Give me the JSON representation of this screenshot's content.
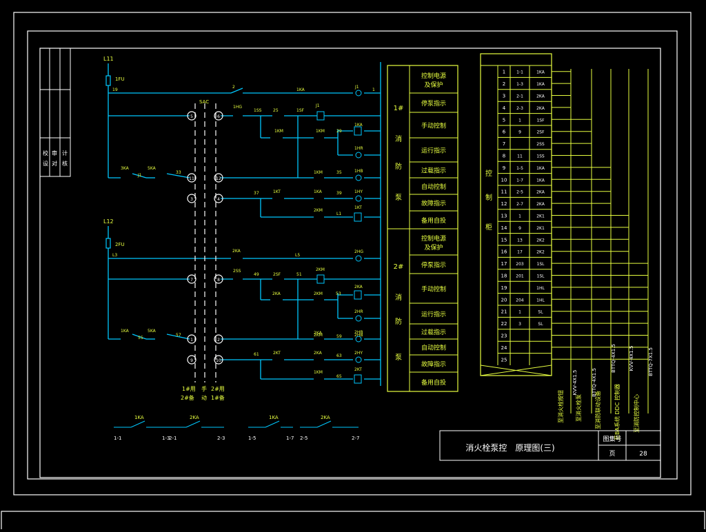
{
  "colors": {
    "background": "#000000",
    "frame": "#ffffff",
    "wire": "#00c8ff",
    "text": "#e8ff40",
    "table": "#e8ff40",
    "title_text": "#ffffff"
  },
  "breakers": {
    "l1": "L11",
    "f1": "1FU",
    "l2": "L12",
    "f2": "2FU"
  },
  "switch_label": "SAC",
  "node_labels": [
    "19",
    "1",
    "2",
    "1KA",
    "J1",
    "1HG",
    "1SS",
    "25",
    "1SF",
    "J1",
    "1KM",
    "1KM",
    "29",
    "1KA",
    "1HR",
    "3KA",
    "5KA",
    "J1",
    "33",
    "1KM",
    "35",
    "1HB",
    "37",
    "1KT",
    "1KA",
    "39",
    "1HY",
    "2KM",
    "L1",
    "1KT",
    "L3",
    "2KA",
    "L5",
    "2HG",
    "2SS",
    "49",
    "2SF",
    "51",
    "2KM",
    "2KA",
    "2KM",
    "53",
    "2KA",
    "2HR",
    "2KM",
    "2HB",
    "1KA",
    "55",
    "5KA",
    "57",
    "2KA",
    "59",
    "2HB",
    "61",
    "2KT",
    "2KA",
    "63",
    "2HY",
    "1KM",
    "65",
    "2KT"
  ],
  "terminals": [
    "5",
    "6",
    "11",
    "12",
    "3",
    "4",
    "7",
    "8",
    "1",
    "2",
    "9",
    "10"
  ],
  "mode_labels": [
    "1#用",
    "2#备",
    "手",
    "动",
    "2#用",
    "1#备"
  ],
  "aux_contacts": [
    "1KA",
    "2KA",
    "1KA",
    "2KA"
  ],
  "aux_terminals": [
    "1-1",
    "1-3",
    "2-1",
    "2-3",
    "1-5",
    "1-7",
    "2-5",
    "2-7"
  ],
  "sections": [
    "1#",
    "消",
    "防",
    "泵",
    "2#",
    "消",
    "防",
    "泵"
  ],
  "functions_1": [
    "控制电源及保护",
    "停泵指示",
    "手动控制",
    "运行指示",
    "过载指示",
    "自动控制",
    "故障指示",
    "备用自投"
  ],
  "functions_2": [
    "控制电源及保护",
    "停泵指示",
    "手动控制",
    "运行指示",
    "过载指示",
    "自动控制",
    "故障指示",
    "备用自投"
  ],
  "terminal_block_label": [
    "控",
    "制",
    "柜"
  ],
  "terminal_rows": [
    [
      "1",
      "1-1",
      "1KA"
    ],
    [
      "2",
      "1-3",
      "1KA"
    ],
    [
      "3",
      "2-1",
      "2KA"
    ],
    [
      "4",
      "2-3",
      "2KA"
    ],
    [
      "5",
      "1",
      "1SF"
    ],
    [
      "6",
      "9",
      "2SF"
    ],
    [
      "7",
      "",
      "2SS"
    ],
    [
      "8",
      "11",
      "1SS"
    ],
    [
      "9",
      "1-5",
      "1KA"
    ],
    [
      "10",
      "1-7",
      "1KA"
    ],
    [
      "11",
      "2-5",
      "2KA"
    ],
    [
      "12",
      "2-7",
      "2KA"
    ],
    [
      "13",
      "1",
      "2K1"
    ],
    [
      "14",
      "9",
      "2K1"
    ],
    [
      "15",
      "13",
      "2K2"
    ],
    [
      "16",
      "17",
      "2K2"
    ],
    [
      "17",
      "203",
      "1SL"
    ],
    [
      "18",
      "201",
      "1SL"
    ],
    [
      "19",
      "",
      "1HL"
    ],
    [
      "20",
      "204",
      "1HL"
    ],
    [
      "21",
      "1",
      "SL"
    ],
    [
      "22",
      "3",
      "SL"
    ],
    [
      "23",
      "",
      ""
    ],
    [
      "24",
      "",
      ""
    ],
    [
      "25",
      "",
      ""
    ]
  ],
  "cables": [
    "KVV-4X1.5",
    "BTTQ-4X1.5",
    "BTTQ-4X1.5",
    "KVV-4X1.5",
    "BTTQ-7X1.5"
  ],
  "destinations": [
    "至消火栓按钮",
    "至消火栓泵",
    "至消防联动设备",
    "至BA系统 DDC 控制器",
    "至消防控制中心"
  ],
  "title_block": {
    "title": "消火栓泵控　原理图(三)",
    "atlas_label": "图集号",
    "page_label": "页",
    "page_no": "28"
  },
  "side_strip": [
    "校",
    "设",
    "审",
    "对",
    "计",
    "核"
  ]
}
